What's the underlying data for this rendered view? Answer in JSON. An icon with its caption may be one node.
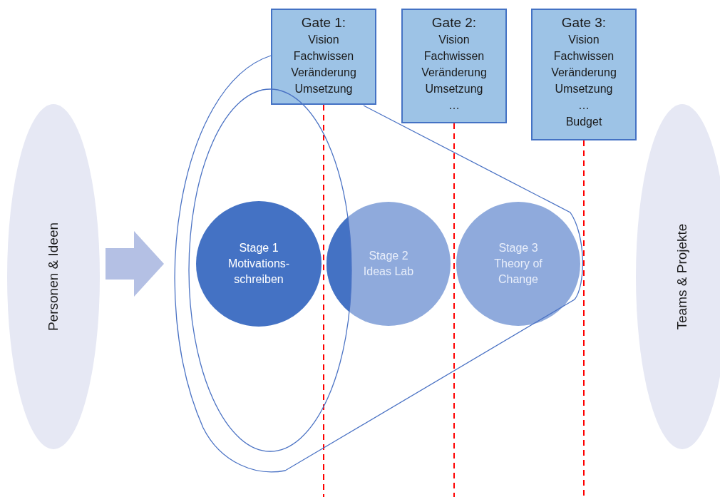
{
  "diagram": {
    "nodes": [
      {
        "text": [
          "Personen & Ideen"
        ]
      },
      {
        "text": [
          "Gate 1:",
          "Vision",
          "Fachwissen",
          "Veränderung",
          "Umsetzung"
        ]
      },
      {
        "text": [
          "Gate 2:",
          "Vision",
          "Fachwissen",
          "Veränderung",
          "Umsetzung",
          "…"
        ]
      },
      {
        "text": [
          "Gate 3:",
          "Vision",
          "Fachwissen",
          "Veränderung",
          "Umsetzung",
          "…",
          "Budget"
        ]
      },
      {
        "text": [
          "Stage 1",
          "Motivations- schreiben"
        ]
      },
      {
        "text": [
          "Stage 2",
          "Ideas Lab"
        ]
      },
      {
        "text": [
          "Stage 3",
          "Theory of Change"
        ]
      },
      {
        "text": [
          "Teams & Projekte"
        ]
      }
    ],
    "edges": [
      {
        "from": 0,
        "to": null,
        "arrow": "to",
        "style": "thick",
        "color": "#b4c0e4"
      },
      {
        "from": 1,
        "to": null,
        "arrow": "none",
        "style": "dashed",
        "color": "#ff0000"
      },
      {
        "from": 2,
        "to": null,
        "arrow": "none",
        "style": "dashed",
        "color": "#ff0000"
      },
      {
        "from": 3,
        "to": null,
        "arrow": "none",
        "style": "dashed",
        "color": "#ff0000"
      }
    ]
  }
}
